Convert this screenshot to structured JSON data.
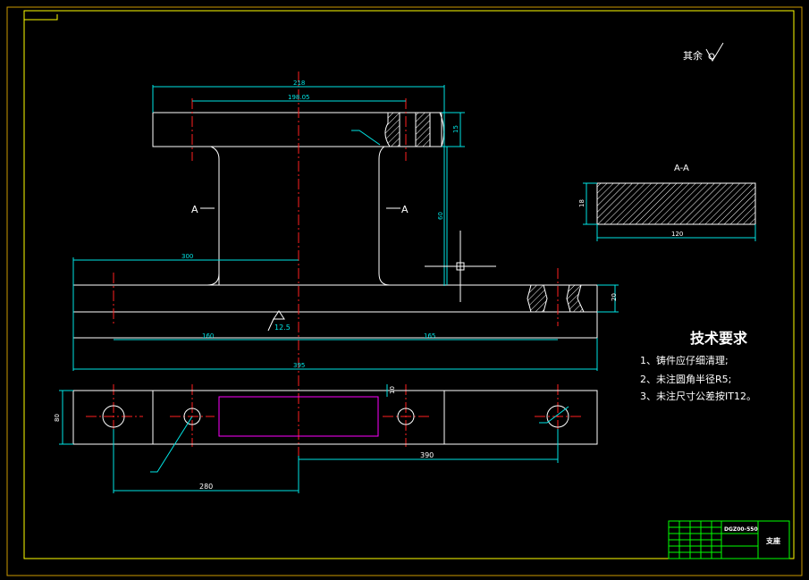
{
  "drawing": {
    "surface_note": "其余",
    "section_label": "A-A",
    "section_marker_left": "A",
    "section_marker_right": "A",
    "tech_title": "技术要求",
    "tech_items": [
      "1、铸件应仔细清理;",
      "2、未注圆角半径R5;",
      "3、未注尺寸公差按IT12。"
    ],
    "dims": {
      "top_overall": "218",
      "top_inner": "198.05",
      "top_thickness": "15",
      "height": "60",
      "left_half": "300",
      "base_overall": "395",
      "base_span_left": "160",
      "base_span_right": "165",
      "base_thickness": "20",
      "slot_gap": "10",
      "plan_width": "80",
      "plan_left": "280",
      "plan_right": "390",
      "section_height": "18",
      "section_width": "120",
      "roughness": "12.5"
    },
    "title_block": {
      "drawing_no": "DGZ00-550",
      "name": "支座"
    },
    "colors": {
      "outline": "#ffffff",
      "dimension": "#00e5e5",
      "centerline": "#ff2020",
      "text": "#ffffff",
      "frame": "#ffff00",
      "slot": "#ff00ff",
      "titleblock": "#00ff00"
    }
  }
}
